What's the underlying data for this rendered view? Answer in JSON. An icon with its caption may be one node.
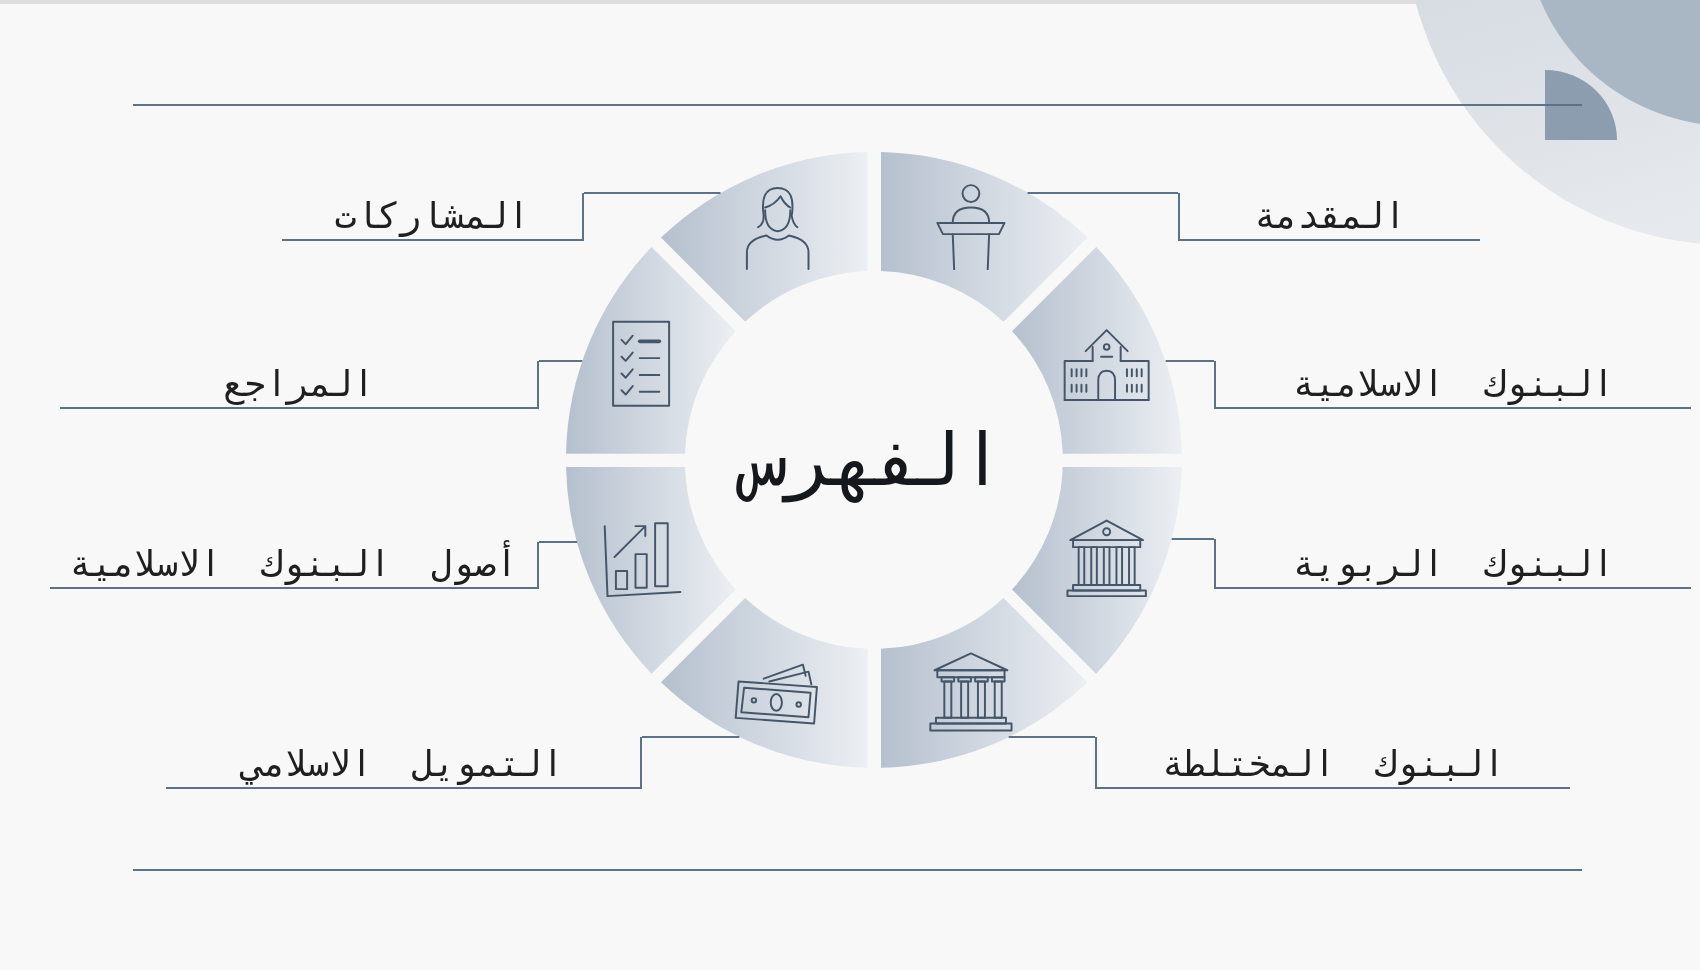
{
  "diagram": {
    "title": "الفهرس",
    "nodes": [
      {
        "text": [
          "المقدمة"
        ]
      },
      {
        "text": [
          "البنوك الاسلامية"
        ]
      },
      {
        "text": [
          "البنوك الربوية"
        ]
      },
      {
        "text": [
          "البنوك المختلطة"
        ]
      },
      {
        "text": [
          "التمويل الاسلامي"
        ]
      },
      {
        "text": [
          "أصول البنوك الاسلامية"
        ]
      },
      {
        "text": [
          "المراجع"
        ]
      },
      {
        "text": [
          "المشاركات"
        ]
      },
      {
        "text": [],
        "shape": "sector"
      },
      {
        "text": [],
        "shape": "sector"
      },
      {
        "text": [],
        "shape": "sector"
      },
      {
        "text": [],
        "shape": "sector"
      },
      {
        "text": [],
        "shape": "sector"
      },
      {
        "text": [],
        "shape": "sector"
      },
      {
        "text": [],
        "shape": "sector"
      },
      {
        "text": [],
        "shape": "sector"
      }
    ],
    "edges": [
      {
        "from": 0,
        "to": 8,
        "arrow": "none"
      },
      {
        "from": 1,
        "to": 9,
        "arrow": "none"
      },
      {
        "from": 2,
        "to": 10,
        "arrow": "none"
      },
      {
        "from": 3,
        "to": 11,
        "arrow": "none"
      },
      {
        "from": 4,
        "to": 12,
        "arrow": "none"
      },
      {
        "from": 5,
        "to": 13,
        "arrow": "none"
      },
      {
        "from": 6,
        "to": 14,
        "arrow": "none"
      },
      {
        "from": 7,
        "to": 15,
        "arrow": "none"
      }
    ]
  }
}
